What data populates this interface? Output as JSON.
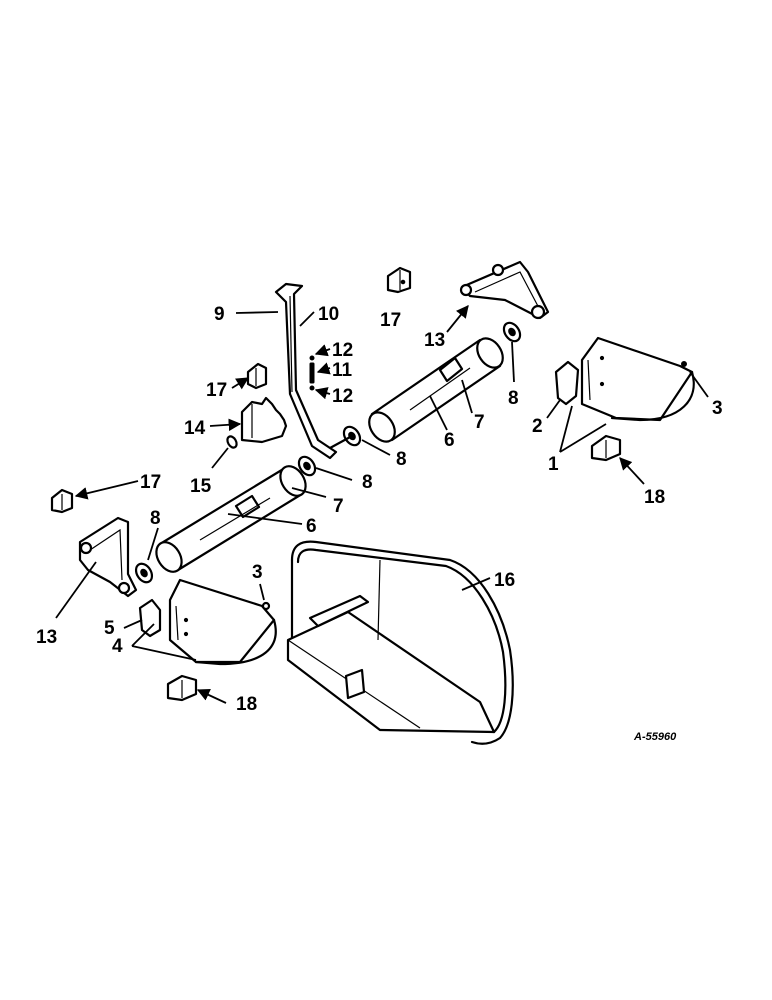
{
  "figure_ref": "A-55960",
  "callouts": {
    "c1": "1",
    "c2": "2",
    "c3a": "3",
    "c3b": "3",
    "c4": "4",
    "c5": "5",
    "c6a": "6",
    "c6b": "6",
    "c7a": "7",
    "c7b": "7",
    "c8a": "8",
    "c8b": "8",
    "c8c": "8",
    "c8d": "8",
    "c9": "9",
    "c10": "10",
    "c11": "11",
    "c12a": "12",
    "c12b": "12",
    "c13a": "13",
    "c13b": "13",
    "c14": "14",
    "c15": "15",
    "c16": "16",
    "c17a": "17",
    "c17b": "17",
    "c17c": "17",
    "c18a": "18",
    "c18b": "18"
  }
}
